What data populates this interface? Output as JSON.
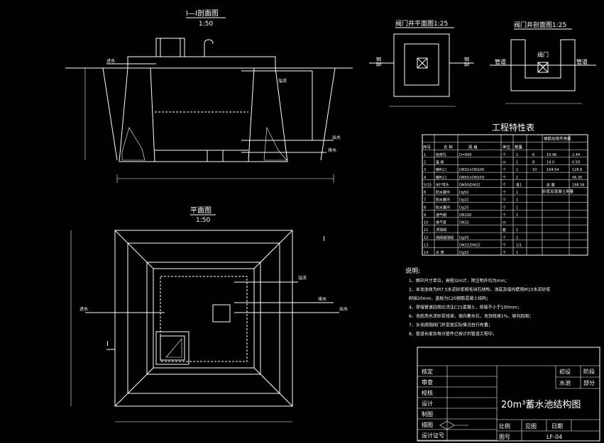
{
  "section": {
    "title": "I—I剖面图",
    "scale": "1:50",
    "labels": {
      "inlet": "进水",
      "overflow": "溢流",
      "outlet": "出水",
      "drain": "排水"
    }
  },
  "plan": {
    "title": "平面图",
    "scale": "1:50",
    "labels": {
      "inlet": "进水",
      "overflow": "溢流",
      "outlet": "出水",
      "drain": "排水",
      "section_mark": "I"
    }
  },
  "valve_plan": {
    "title": "阀门井平面图1:25",
    "pipe_label": "管道"
  },
  "valve_section": {
    "title": "阀门井剖面图1:25",
    "pipe_label": "管道",
    "valve_label": "阀门"
  },
  "features_table": {
    "title": "工程特性表",
    "headers": [
      "序号",
      "名  称",
      "规  格",
      "单位",
      "数量"
    ],
    "group_header_1": "钢筋及铁件用量",
    "group_header_2": "砂浆及混凝土用量",
    "rows": [
      {
        "no": "1",
        "name": "检修孔",
        "spec": "D=600",
        "unit": "个",
        "qty": "1",
        "c1": "6",
        "c2": "10.96",
        "c3": "2.44"
      },
      {
        "no": "2",
        "name": "盖  板",
        "spec": "",
        "unit": "m",
        "qty": "1",
        "c1": "8",
        "c2": "14.0",
        "c3": "0.50"
      },
      {
        "no": "3",
        "name": "喇叭口",
        "spec": "DN32×DN100",
        "unit": "个",
        "qty": "1",
        "c1": "10",
        "c2": "164.54",
        "c3": "128.6"
      },
      {
        "no": "4",
        "name": "喇叭口",
        "spec": "DN50×DN150",
        "unit": "个",
        "qty": "1",
        "c1": "",
        "c2": "",
        "c3": "56.35"
      },
      {
        "no": "5/15",
        "name": "90°弯头",
        "spec": "DN50/DN32",
        "unit": "个",
        "qty": "各1",
        "c1": "",
        "c2": "总  重",
        "c3": "198.56"
      },
      {
        "no": "6",
        "name": "防水翼环",
        "spec": "Dg50",
        "unit": "个",
        "qty": "1",
        "c1": "",
        "c2": "",
        "c3": ""
      },
      {
        "no": "7",
        "name": "防水翼环",
        "spec": "Dg32",
        "unit": "个",
        "qty": "1",
        "c1": "",
        "c2": "",
        "c3": ""
      },
      {
        "no": "8",
        "name": "防水翼环",
        "spec": "Dg25",
        "unit": "个",
        "qty": "1",
        "c1": "",
        "c2": "",
        "c3": ""
      },
      {
        "no": "9",
        "name": "通气帽",
        "spec": "DN100",
        "unit": "个",
        "qty": "1",
        "c1": "",
        "c2": "",
        "c3": ""
      },
      {
        "no": "10",
        "name": "排气管",
        "spec": "DN32",
        "unit": "m",
        "qty": "",
        "c1": "",
        "c2": "",
        "c3": ""
      },
      {
        "no": "11",
        "name": "浮球阀",
        "spec": "",
        "unit": "套",
        "qty": "1",
        "c1": "",
        "c2": "",
        "c3": ""
      },
      {
        "no": "12",
        "name": "闸阀或球阀",
        "spec": "Dg25",
        "unit": "个",
        "qty": "1",
        "c1": "",
        "c2": "",
        "c3": ""
      },
      {
        "no": "13",
        "name": "",
        "spec": "DN32/DN32",
        "unit": "个",
        "qty": "1/1",
        "c1": "",
        "c2": "",
        "c3": ""
      },
      {
        "no": "14",
        "name": "水  表",
        "spec": "Dg32",
        "unit": "个",
        "qty": "1",
        "c1": "",
        "c2": "",
        "c3": ""
      }
    ]
  },
  "notes": {
    "heading": "说明:",
    "items": [
      "1、图中尺寸单位，高程以m计，除注明外均为mm；",
      "2、本池池体为M7.5水泥砂浆砌毛块石结构，池底及墙内壁用M10水泥砂浆",
      "    砌抹20mm，盖板为C20钢筋混凝土结构；",
      "4、穿墙管道四周应浇注C15混凝土，厚度不小于100mm；",
      "6、池底用水泥砂浆找坡，坡向集水坑，池顶找坡1%，坡向四周；",
      "7、水池周围阀门井室按实际情况自行布置；",
      "8、管道长度及每分管件已按计列管道工程中。"
    ]
  },
  "title_block": {
    "rows": [
      "核定",
      "审查",
      "校核",
      "设计",
      "制图",
      "描图",
      "设计证号"
    ],
    "stage_label": "初设",
    "stage_value": "阶段",
    "part_label": "水池",
    "part_value": "部分",
    "drawing_title": "20m³蓄水池结构图",
    "scale_label": "比例",
    "see_label": "见图",
    "date_label": "日期",
    "drawing_no_label": "图号",
    "drawing_no": "LF-04"
  }
}
